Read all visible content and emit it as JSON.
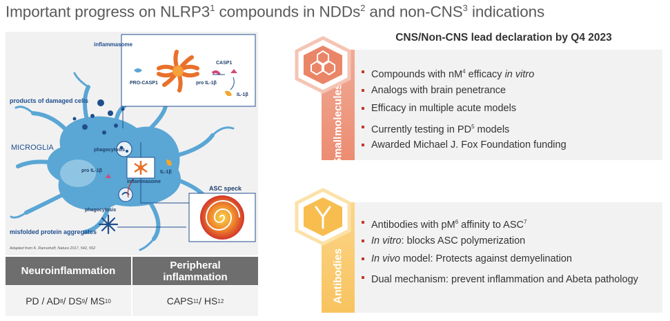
{
  "title": {
    "parts": [
      "Important progress on NLRP3",
      "1",
      " compounds in NDDs",
      "2",
      " and non-CNS",
      "3",
      " indications"
    ]
  },
  "illustration": {
    "inflammasome": "inflammasome",
    "casp1": "CASP1",
    "pro_casp1": "PRO-CASP1",
    "pro_il1b": "pro IL-1β",
    "il1b": "IL-1β",
    "products": "products of damaged cells",
    "microglia": "MICROGLIA",
    "phagocytosis": "phagocytosis",
    "pro_il1b_inner": "pro IL-1β",
    "inflammasome_inner": "inflammasome",
    "il1b_inner": "IL-1β",
    "phagocytosis_2": "phagocytosis",
    "asc_speck": "ASC speck",
    "misfolded": "misfolded protein aggregates",
    "citation": "Adapted from K. Ransohoff, Nature 2017, 542, 552"
  },
  "table": {
    "headers": [
      "Neuroinflammation",
      "Peripheral inflammation"
    ],
    "header2_lines": [
      "Peripheral",
      "inflammation"
    ],
    "cell1": {
      "parts": [
        "PD / AD",
        "8",
        " / DS",
        "9",
        " / MS",
        "10"
      ]
    },
    "cell2": {
      "parts": [
        "CAPS",
        "11",
        " / HS",
        "12"
      ]
    }
  },
  "right": {
    "title": "CNS/Non-CNS lead declaration by Q4 2023",
    "small_molecules": {
      "label_lines": [
        "Small",
        "molecules"
      ],
      "items": [
        {
          "pre": "Compounds  with nM",
          "sup": "4",
          "post": " efficacy ",
          "ital": "in vitro",
          "tail": ""
        },
        {
          "pre": "Analogs with brain penetrance",
          "sup": "",
          "post": "",
          "ital": "",
          "tail": ""
        },
        {
          "pre": "Efficacy in multiple  acute models",
          "sup": "",
          "post": "",
          "ital": "",
          "tail": ""
        },
        {
          "pre": "Currently testing in PD",
          "sup": "5",
          "post": " models",
          "ital": "",
          "tail": ""
        },
        {
          "pre": "Awarded  Michael  J. Fox Foundation funding",
          "sup": "",
          "post": "",
          "ital": "",
          "tail": ""
        }
      ]
    },
    "antibodies": {
      "label": "Antibodies",
      "items": [
        {
          "ital": "",
          "pre": "Antibodies with pM",
          "sup": "6",
          "post": " affinity to ASC",
          "sup2": "7"
        },
        {
          "ital": "In vitro",
          "pre": ": blocks ASC polymerization",
          "sup": "",
          "post": "",
          "sup2": ""
        },
        {
          "ital": "In vivo",
          "pre": " model:  Protects against demyelination",
          "sup": "",
          "post": "",
          "sup2": ""
        },
        {
          "ital": "",
          "pre": "Dual mechanism:  prevent inflammation and Abeta pathology",
          "sup": "",
          "post": "",
          "sup2": ""
        }
      ]
    }
  },
  "colors": {
    "small_band": "#ec8d72",
    "antibody_band": "#f8c35f",
    "bullet": "#c0392b",
    "microglia": "#5aa6d4",
    "table_header": "#6e6e6e"
  }
}
